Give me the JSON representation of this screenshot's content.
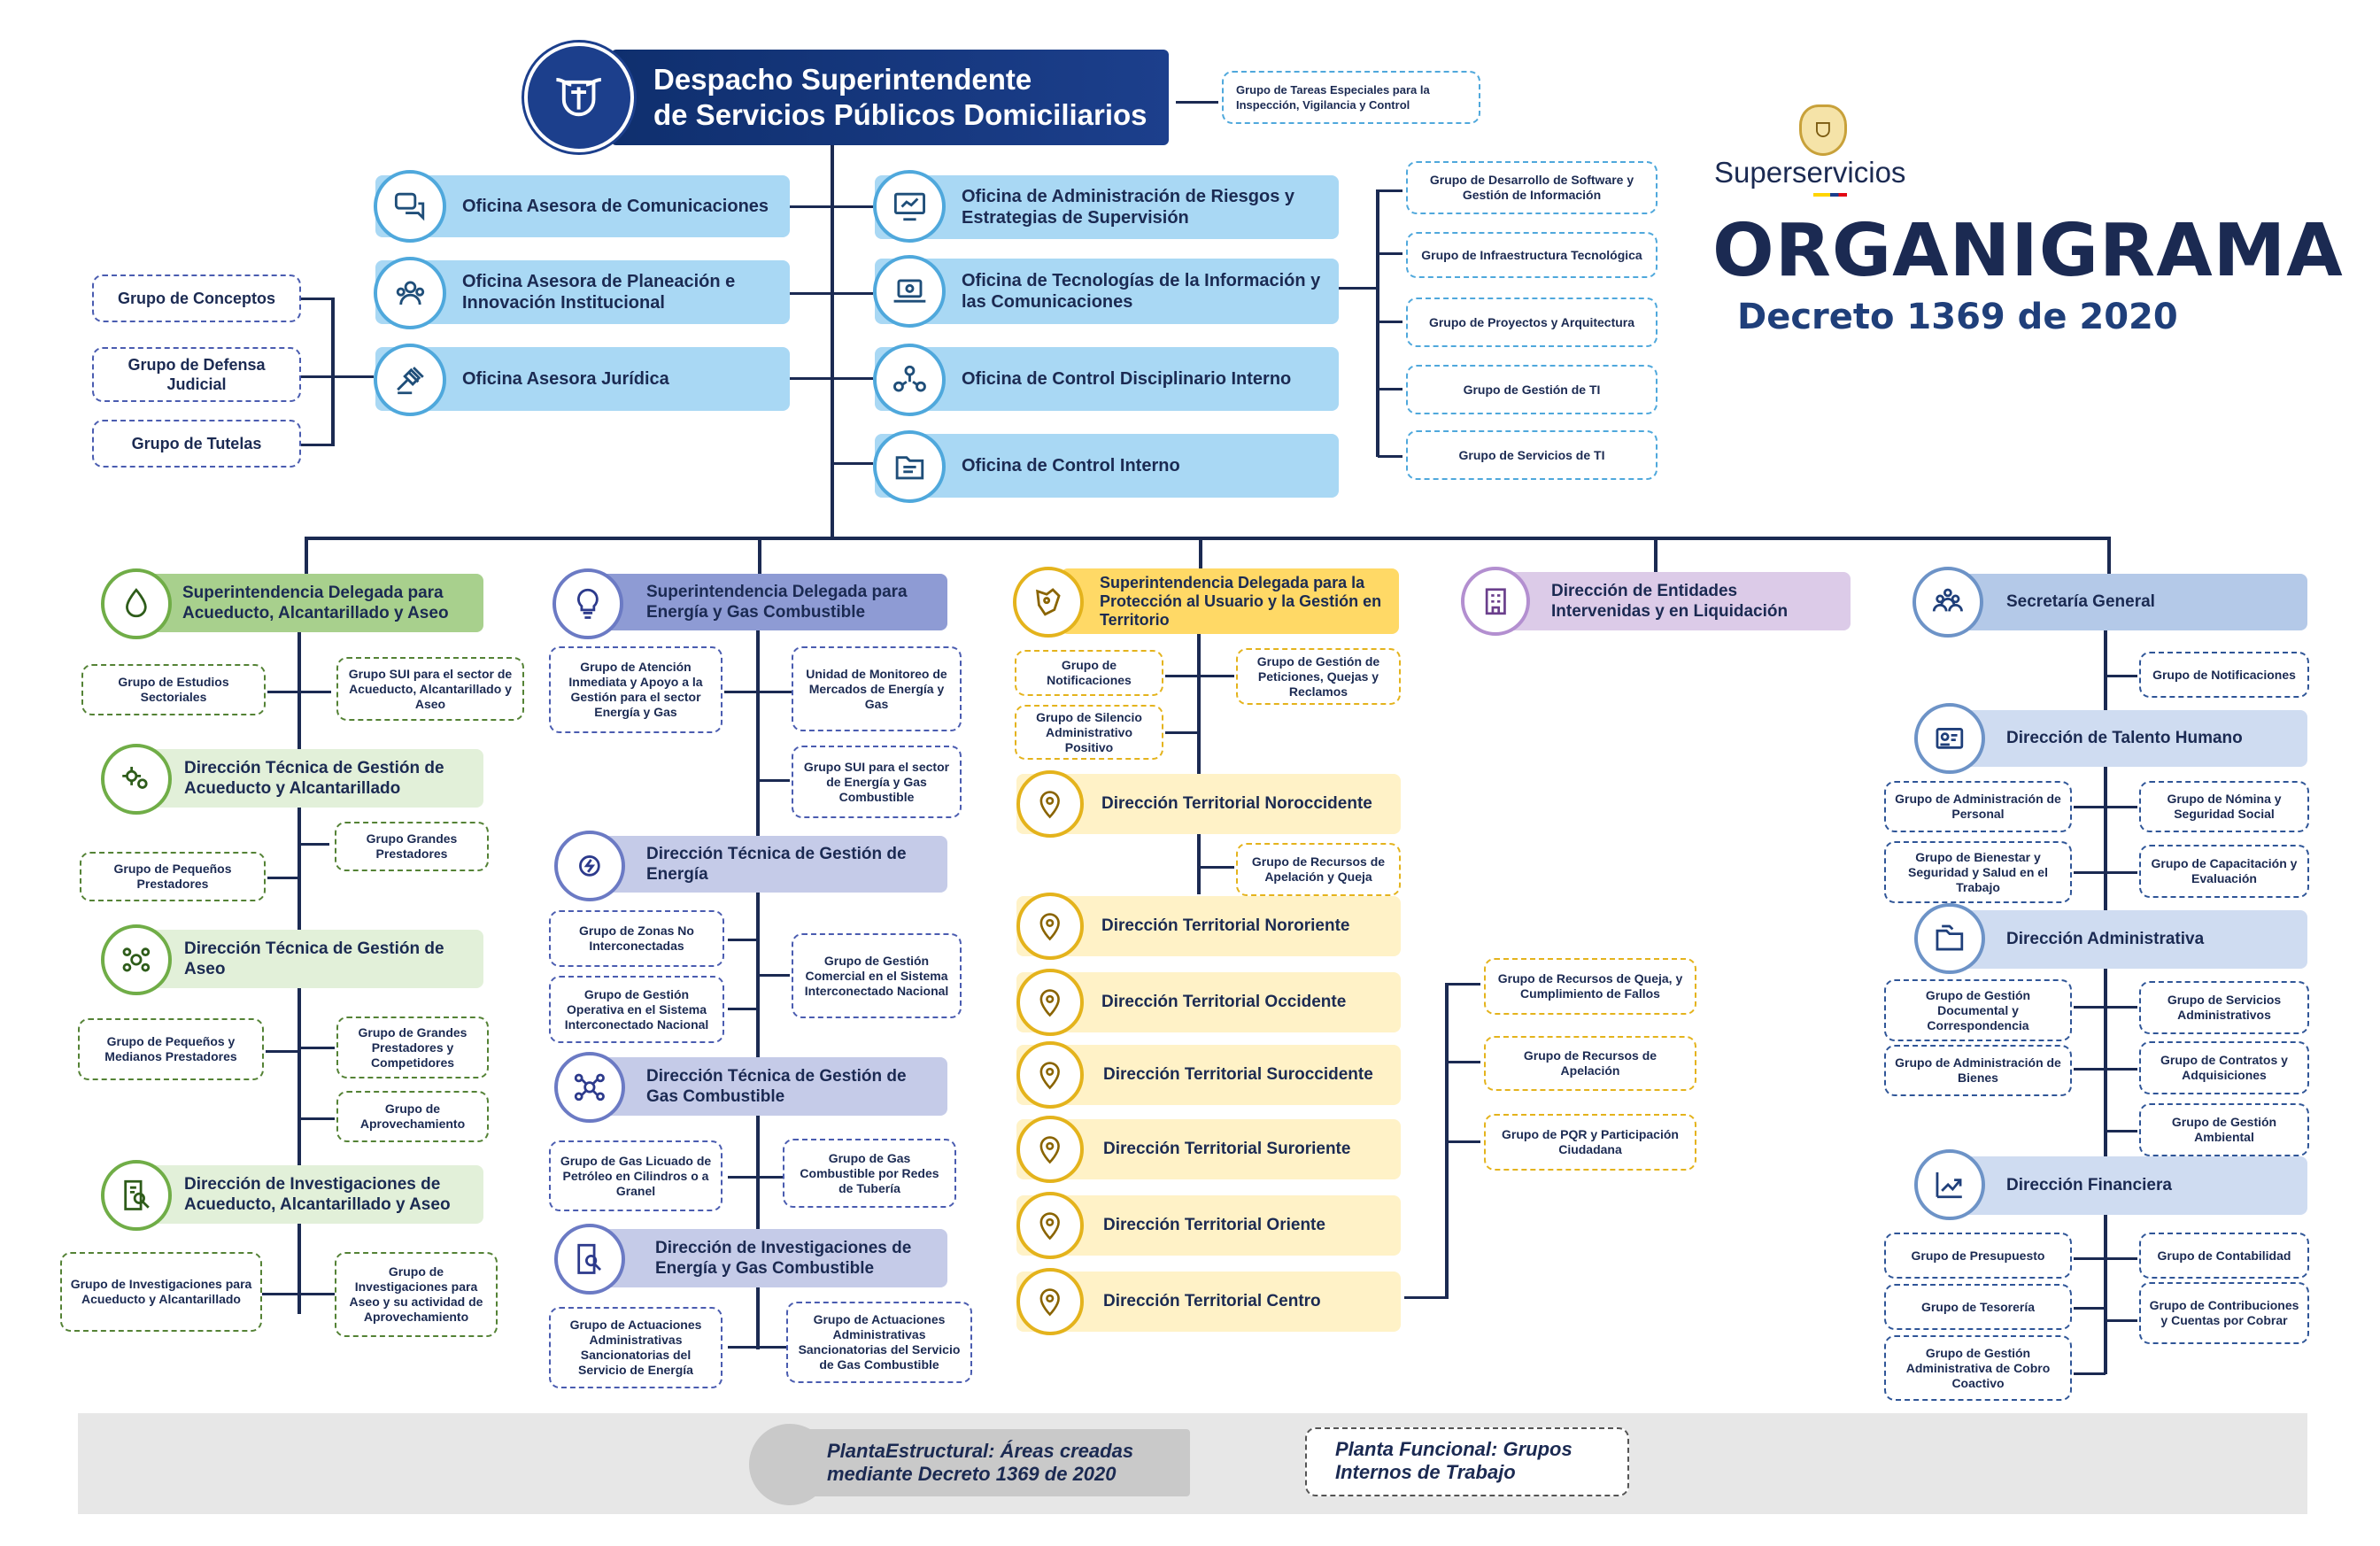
{
  "top": {
    "line1": "Despacho Superintendente",
    "line2": "de Servicios Públicos Domiciliarios",
    "special_group": "Grupo de Tareas Especiales para la Inspección, Vigilancia y Control"
  },
  "brand": {
    "name": "Superservicios",
    "title": "ORGANIGRAMA",
    "subtitle": "Decreto 1369 de 2020"
  },
  "offices_left": [
    "Oficina Asesora de Comunicaciones",
    "Oficina Asesora de Planeación e Innovación Institucional",
    "Oficina Asesora Jurídica"
  ],
  "juridica_groups": [
    "Grupo de Conceptos",
    "Grupo de Defensa Judicial",
    "Grupo de Tutelas"
  ],
  "offices_right": [
    "Oficina de Administración de Riesgos y Estrategias de Supervisión",
    "Oficina de Tecnologías de la Información y las Comunicaciones",
    "Oficina de Control Disciplinario Interno",
    "Oficina de Control Interno"
  ],
  "tic_groups": [
    "Grupo de Desarrollo de Software y Gestión de Información",
    "Grupo de Infraestructura Tecnológica",
    "Grupo de Proyectos y Arquitectura",
    "Grupo de Gestión de TI",
    "Grupo de Servicios de TI"
  ],
  "acueducto": {
    "head": "Superintendencia Delegada para Acueducto, Alcantarillado y Aseo",
    "g1": "Grupo de Estudios Sectoriales",
    "g2": "Grupo SUI para el sector de Acueducto, Alcantarillado y Aseo",
    "dir1": "Dirección Técnica de Gestión de Acueducto y Alcantarillado",
    "d1g1": "Grupo Grandes Prestadores",
    "d1g2": "Grupo de Pequeños Prestadores",
    "dir2": "Dirección Técnica de Gestión de Aseo",
    "d2g1": "Grupo de Pequeños y Medianos Prestadores",
    "d2g2": "Grupo de Grandes Prestadores y Competidores",
    "d2g3": "Grupo de Aprovechamiento",
    "dir3": "Dirección de Investigaciones de Acueducto, Alcantarillado y Aseo",
    "d3g1": "Grupo de Investigaciones para Acueducto y Alcantarillado",
    "d3g2": "Grupo de Investigaciones para Aseo y su actividad de Aprovechamiento"
  },
  "energia": {
    "head": "Superintendencia Delegada para Energía y Gas Combustible",
    "g1": "Grupo de Atención Inmediata y Apoyo a la Gestión para el sector Energía y Gas",
    "g2": "Unidad de Monitoreo de Mercados de Energía y Gas",
    "g3": "Grupo SUI para el sector de Energía y Gas Combustible",
    "dir1": "Dirección Técnica de Gestión de Energía",
    "d1g1": "Grupo de Zonas No Interconectadas",
    "d1g2": "Grupo de Gestión Operativa en el Sistema Interconectado Nacional",
    "d1g3": "Grupo de Gestión Comercial en el Sistema Interconectado Nacional",
    "dir2": "Dirección Técnica de Gestión de Gas Combustible",
    "d2g1": "Grupo de Gas Licuado de Petróleo en Cilindros o a Granel",
    "d2g2": "Grupo de Gas Combustible por Redes de Tubería",
    "dir3": "Dirección de Investigaciones de Energía y Gas Combustible",
    "d3g1": "Grupo de Actuaciones Administrativas Sancionatorias del Servicio de Energía",
    "d3g2": "Grupo de Actuaciones Administrativas Sancionatorias del Servicio de Gas Combustible"
  },
  "usuario": {
    "head": "Superintendencia Delegada para la Protección al Usuario y la Gestión en Territorio",
    "g1": "Grupo de Notificaciones",
    "g2": "Grupo de Gestión de Peticiones, Quejas y Reclamos",
    "g3": "Grupo de Silencio Administrativo Positivo",
    "territorial": [
      "Dirección Territorial Noroccidente",
      "Dirección Territorial Nororiente",
      "Dirección Territorial Occidente",
      "Dirección Territorial Suroccidente",
      "Dirección Territorial Suroriente",
      "Dirección Territorial Oriente",
      "Dirección Territorial Centro"
    ],
    "noroccidente_group": "Grupo de Recursos de Apelación y Queja",
    "centro_groups": [
      "Grupo de Recursos de Queja, y Cumplimiento de Fallos",
      "Grupo de Recursos de Apelación",
      "Grupo de PQR y Participación Ciudadana"
    ]
  },
  "intervenidas": {
    "head": "Dirección de Entidades Intervenidas y en Liquidación"
  },
  "secretaria": {
    "head": "Secretaría General",
    "g1": "Grupo de Notificaciones",
    "talento": "Dirección de Talento Humano",
    "t1": "Grupo de Administración de Personal",
    "t2": "Grupo de Nómina y Seguridad Social",
    "t3": "Grupo de Bienestar y Seguridad y Salud en el Trabajo",
    "t4": "Grupo de Capacitación y Evaluación",
    "admin": "Dirección Administrativa",
    "a1": "Grupo de Gestión Documental y Correspondencia",
    "a2": "Grupo de Servicios Administrativos",
    "a3": "Grupo de Administración de Bienes",
    "a4": "Grupo de Contratos y Adquisiciones",
    "a5": "Grupo de Gestión Ambiental",
    "finan": "Dirección Financiera",
    "f1": "Grupo de Presupuesto",
    "f2": "Grupo de Contabilidad",
    "f3": "Grupo de Tesorería",
    "f4": "Grupo de Contribuciones y Cuentas por Cobrar",
    "f5": "Grupo de Gestión Administrativa de Cobro Coactivo"
  },
  "legend": {
    "estructural": "PlantaEstructural: Áreas creadas mediante Decreto 1369 de 2020",
    "funcional": "Planta Funcional: Grupos Internos de Trabajo"
  }
}
